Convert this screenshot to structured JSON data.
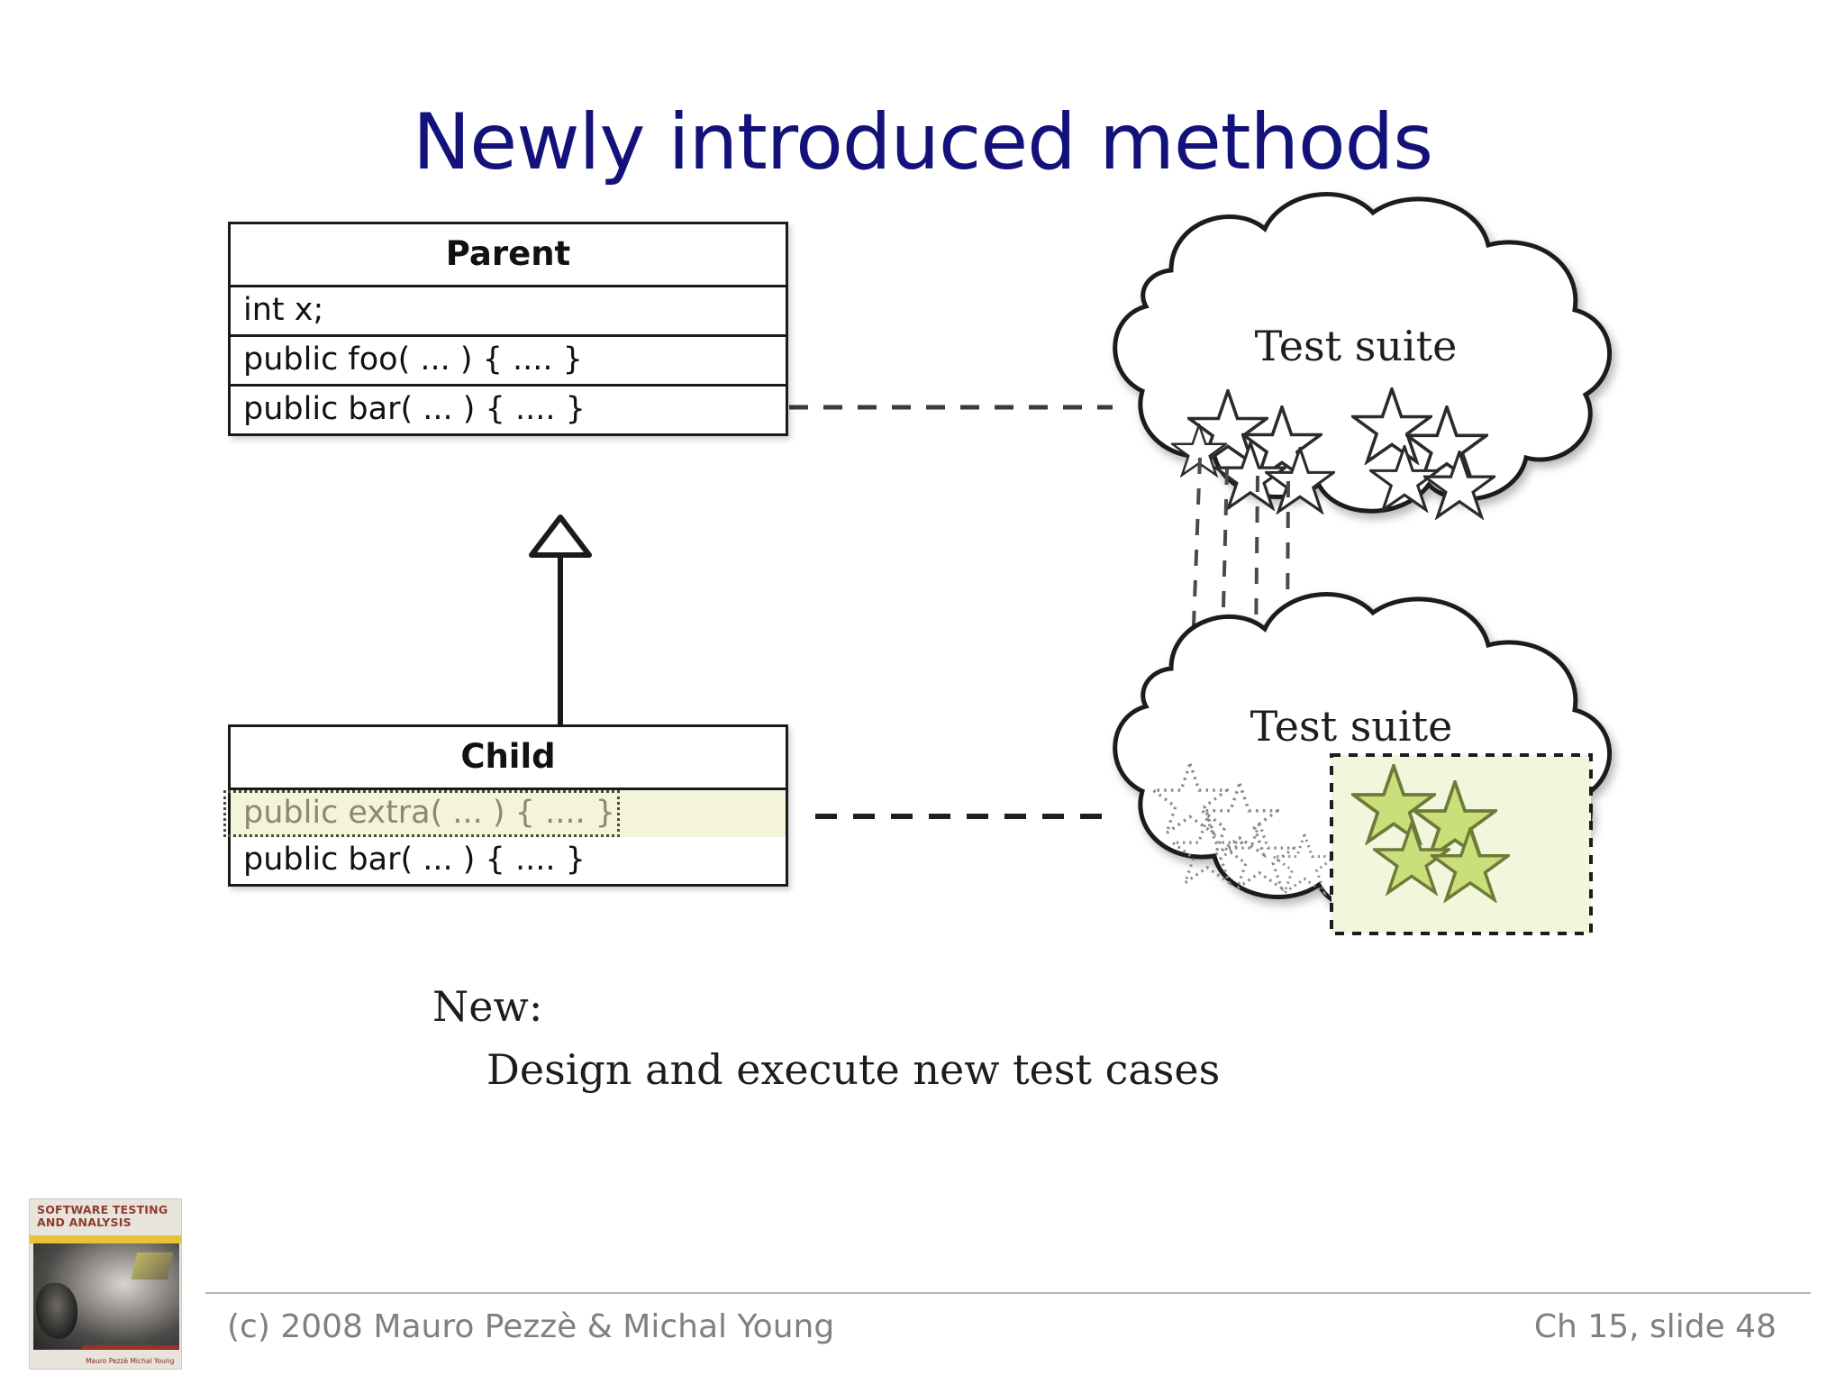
{
  "slide": {
    "title": "Newly introduced methods",
    "title_color": "#12127a"
  },
  "diagram": {
    "parent_class": {
      "name": "Parent",
      "members": [
        "int x;",
        "public foo( ... ) { .... }",
        "public bar( ... ) { .... }"
      ]
    },
    "child_class": {
      "name": "Child",
      "members": [
        "public extra( ... ) { .... }",
        "public bar( ... ) { .... }"
      ],
      "highlighted_member_index": 0,
      "highlight_color": "#f4f4dc"
    },
    "relationship": "generalization",
    "top_cloud": {
      "label": "Test suite",
      "star_groups": [
        {
          "style": "outline",
          "count": 5
        },
        {
          "style": "outline",
          "count": 4
        }
      ]
    },
    "bottom_cloud": {
      "label": "Test suite",
      "star_groups": [
        {
          "style": "dotted",
          "count": 5
        },
        {
          "style": "green-filled",
          "count": 4,
          "boxed": true,
          "fill_color": "#c8df7a"
        }
      ]
    },
    "connectors": {
      "parent_to_top_cloud": "dashed",
      "child_to_bottom_cloud": "dashed",
      "reused_tests_trace_count": 4
    }
  },
  "caption": {
    "heading": "New:",
    "body": "Design and execute new test cases"
  },
  "book_cover": {
    "title_line1": "SOFTWARE TESTING",
    "title_line2": "AND ANALYSIS",
    "authors": "Mauro Pezzè\nMichal Young"
  },
  "footer": {
    "copyright": "(c) 2008 Mauro Pezzè & Michal Young",
    "slide_ref": "Ch 15, slide 48"
  }
}
